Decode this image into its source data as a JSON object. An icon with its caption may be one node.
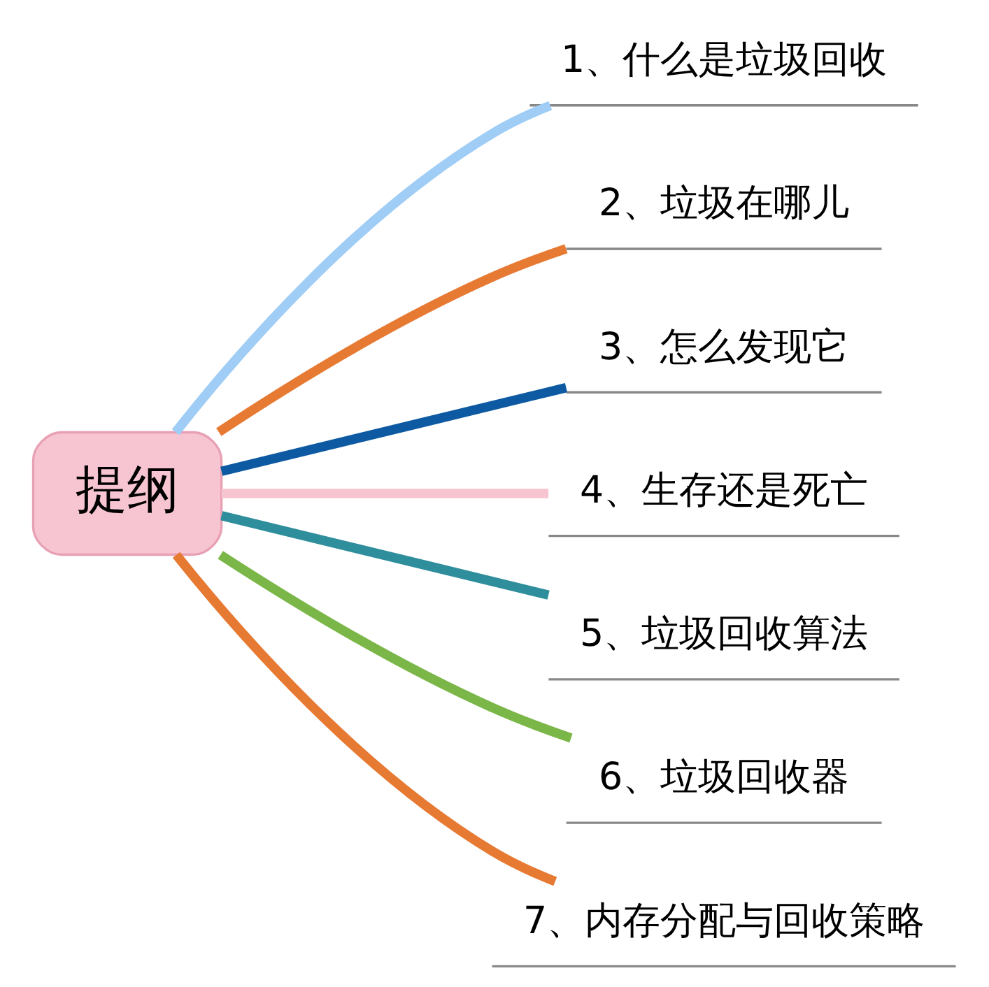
{
  "diagram": {
    "nodes": [
      {
        "text": [
          "提纲"
        ]
      },
      {
        "text": [
          "1、什么是垃圾回收"
        ]
      },
      {
        "text": [
          "2、垃圾在哪儿"
        ]
      },
      {
        "text": [
          "3、怎么发现它"
        ]
      },
      {
        "text": [
          "4、生存还是死亡"
        ]
      },
      {
        "text": [
          "5、垃圾回收算法"
        ]
      },
      {
        "text": [
          "6、垃圾回收器"
        ]
      },
      {
        "text": [
          "7、内存分配与回收策略"
        ]
      }
    ],
    "edges": [
      {
        "from": 0,
        "to": 1,
        "arrow": "none",
        "color": "#9fcdf5"
      },
      {
        "from": 0,
        "to": 2,
        "arrow": "none",
        "color": "#e77a33"
      },
      {
        "from": 0,
        "to": 3,
        "arrow": "none",
        "color": "#0d5aa2"
      },
      {
        "from": 0,
        "to": 4,
        "arrow": "none",
        "color": "#f7c5cf"
      },
      {
        "from": 0,
        "to": 5,
        "arrow": "none",
        "color": "#2f8e9c"
      },
      {
        "from": 0,
        "to": 6,
        "arrow": "none",
        "color": "#7ab648"
      },
      {
        "from": 0,
        "to": 7,
        "arrow": "none",
        "color": "#e77a33"
      }
    ]
  }
}
